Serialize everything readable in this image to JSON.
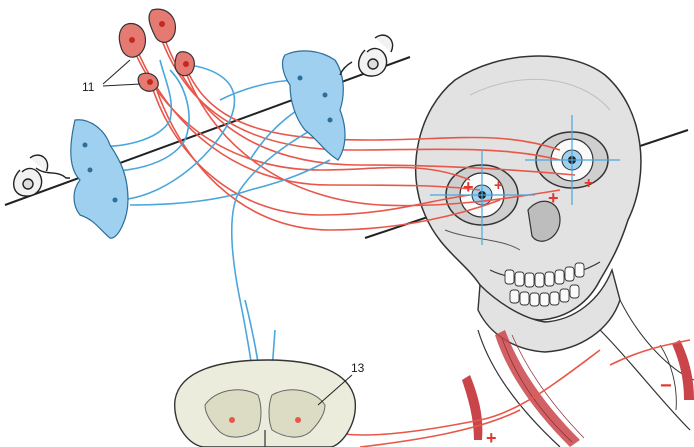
{
  "labels": {
    "vestibular_nuclei": "11",
    "spinal_cord": "13"
  },
  "signs": {
    "plus": "+",
    "minus": "−"
  },
  "colors": {
    "red_pathway": "#e8574a",
    "blue_pathway": "#4aa6dd",
    "nucleus_red": "#e57a73",
    "ganglion_blue": "#9fd0ef",
    "bone": "#e2e2e2",
    "muscle": "#c9454a",
    "ink": "#222222"
  },
  "icons": [
    "inner-ear-labyrinth-icon",
    "skull",
    "spinal-cord-cross-section"
  ]
}
